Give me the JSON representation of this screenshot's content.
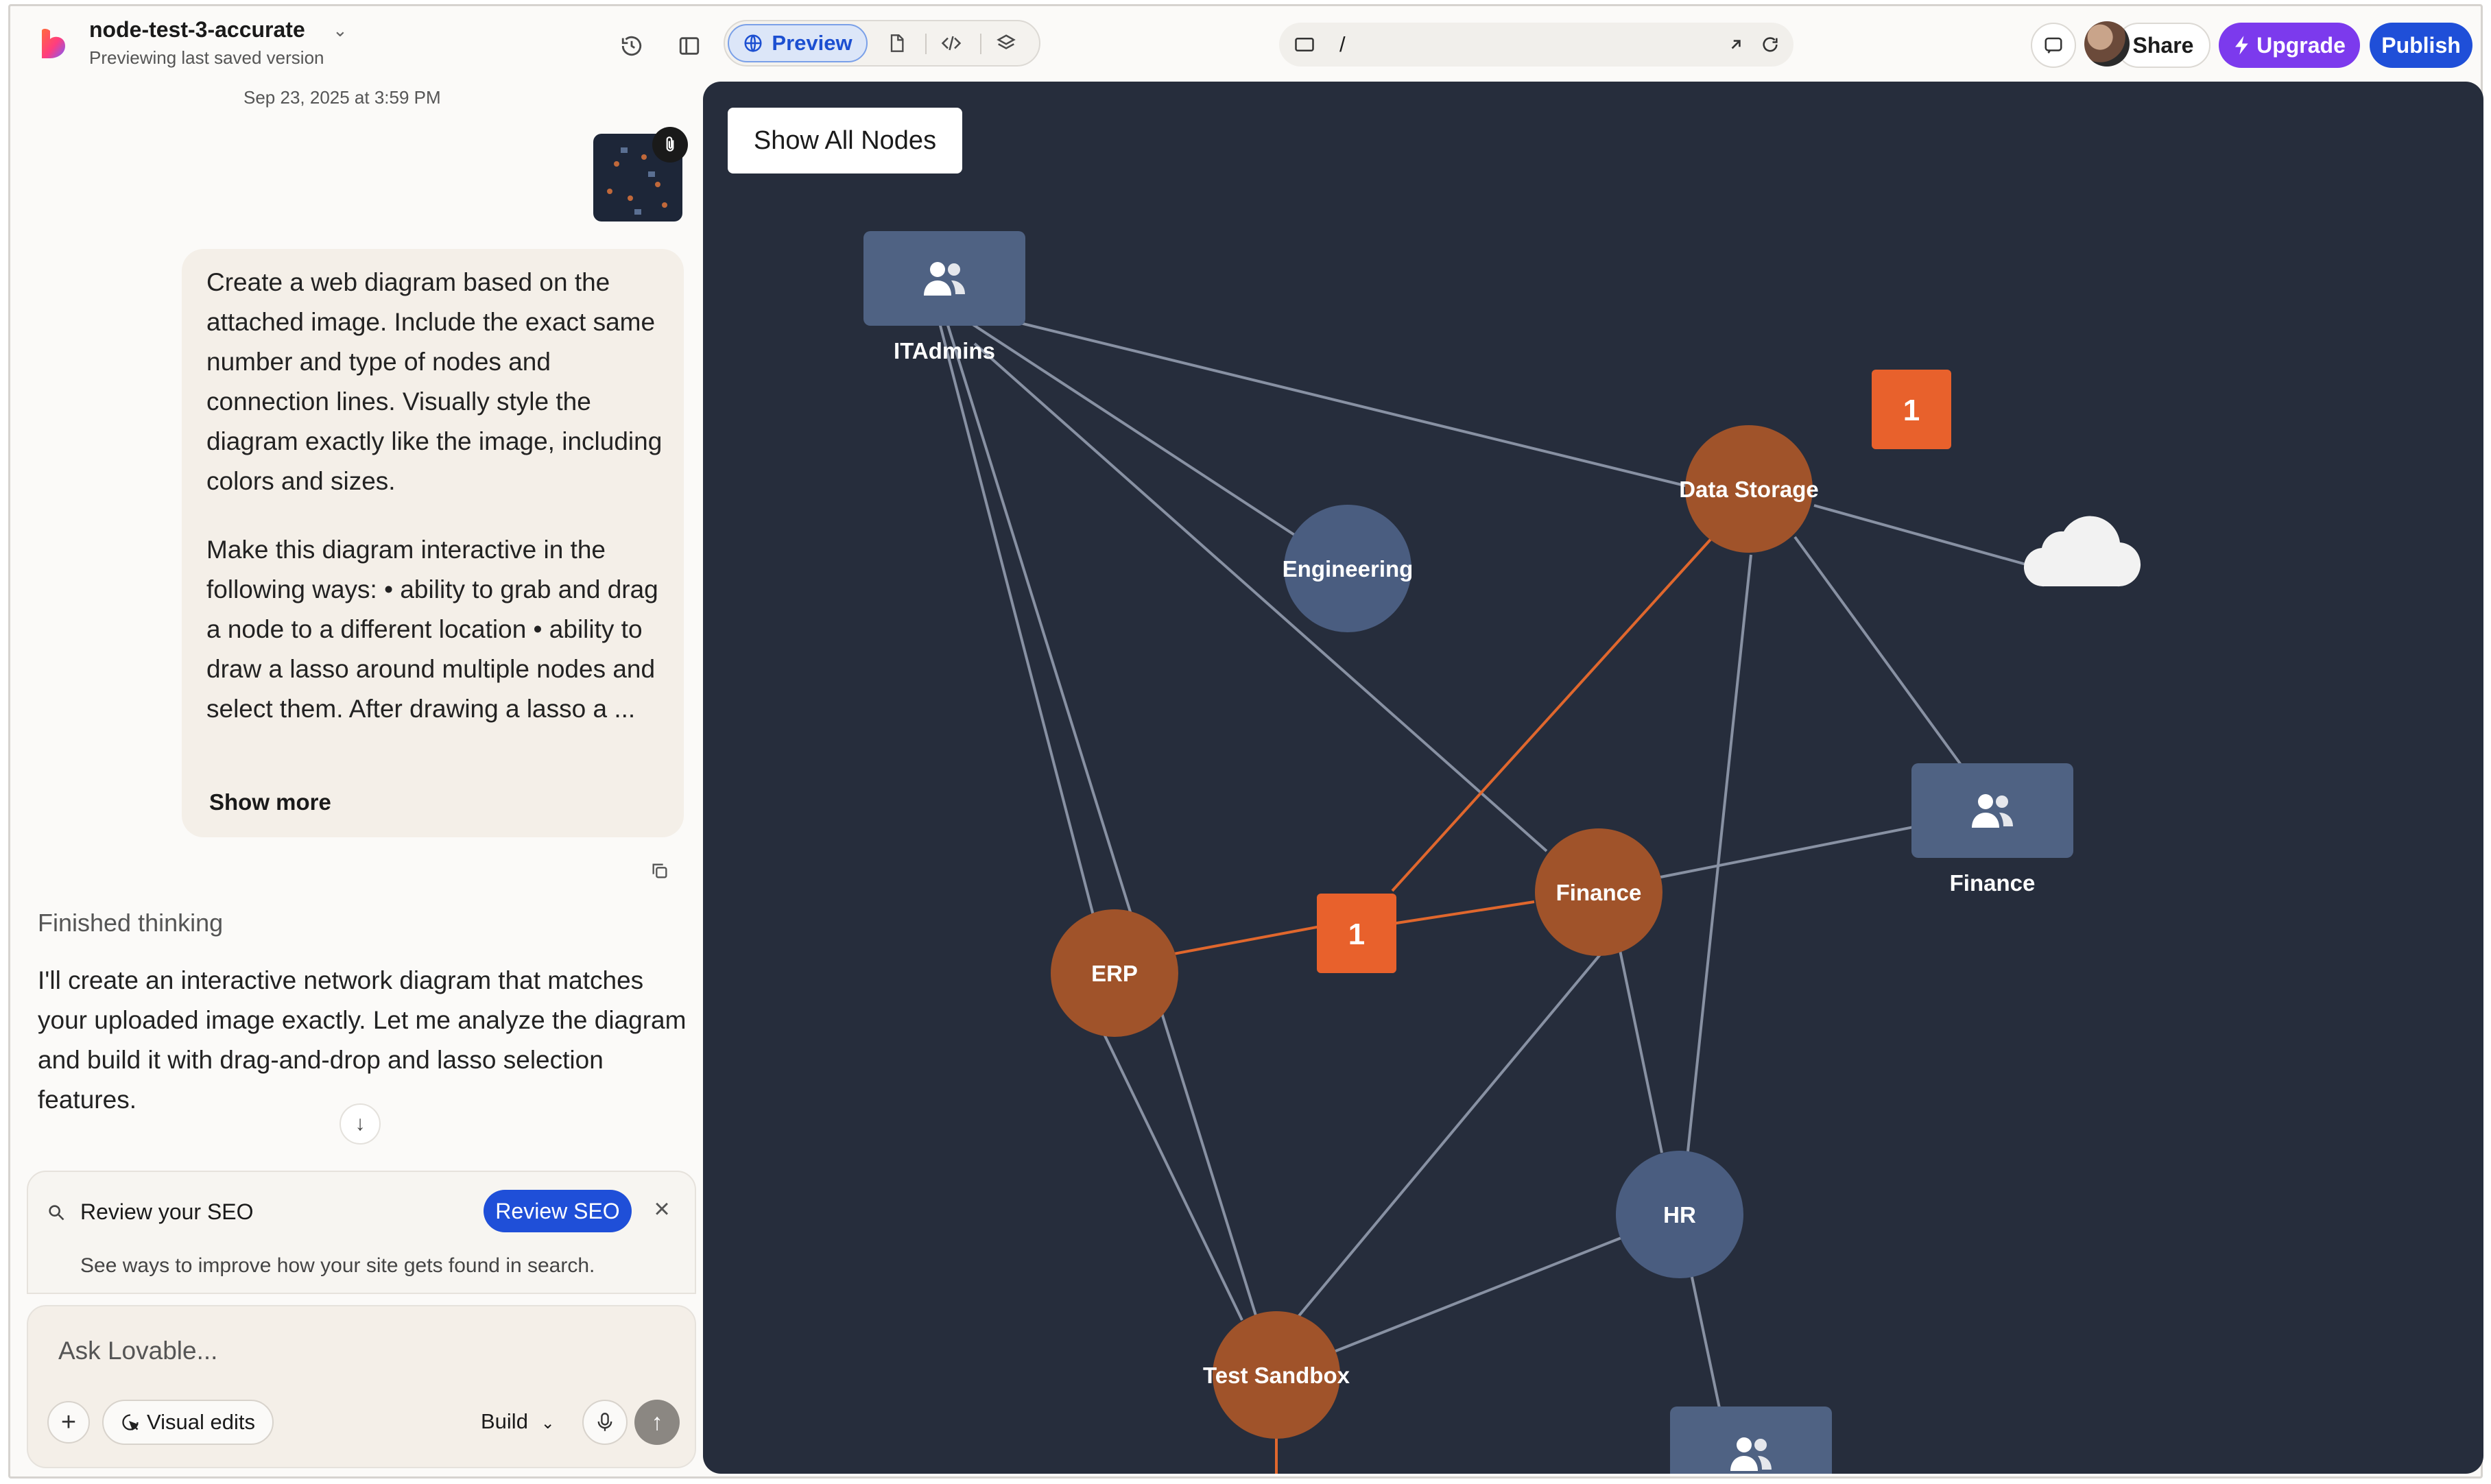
{
  "topbar": {
    "project_name": "node-test-3-accurate",
    "project_subtitle": "Previewing last saved version",
    "preview_label": "Preview",
    "url_path": "/",
    "share_label": "Share",
    "upgrade_label": "Upgrade",
    "publish_label": "Publish"
  },
  "chat": {
    "timestamp": "Sep 23, 2025 at 3:59 PM",
    "user_message_p1": "Create a web diagram based on the attached image. Include the exact same number and type of nodes and connection lines. Visually style the diagram exactly like the image, including colors and sizes.",
    "user_message_p2": "Make this diagram interactive in the following ways: • ability to grab and drag a node to a different location • ability to draw a lasso around multiple nodes and select them. After drawing a lasso a ...",
    "show_more": "Show more",
    "thinking_status": "Finished thinking",
    "assistant_reply": "I'll create an interactive network diagram that matches your uploaded image exactly. Let me analyze the diagram and build it with drag-and-drop and lasso selection features."
  },
  "seo": {
    "title": "Review your SEO",
    "button": "Review SEO",
    "description": "See ways to improve how your site gets found in search."
  },
  "composer": {
    "placeholder": "Ask Lovable...",
    "visual_edits": "Visual edits",
    "mode": "Build"
  },
  "canvas": {
    "show_all_label": "Show All Nodes",
    "colors": {
      "background": "#262d3c",
      "orange_node": "#a0532a",
      "blue_node": "#4a5d80",
      "group_node": "#4f6283",
      "badge": "#e8612c",
      "edge": "#8891a3",
      "edge_active": "#e0672d"
    },
    "nodes": [
      {
        "id": "itadmins",
        "label": "ITAdmins",
        "kind": "group"
      },
      {
        "id": "datastorage",
        "label": "Data Storage",
        "kind": "orange"
      },
      {
        "id": "engineering",
        "label": "Engineering",
        "kind": "blue"
      },
      {
        "id": "cloud",
        "label": "",
        "kind": "cloud"
      },
      {
        "id": "finance_group",
        "label": "Finance",
        "kind": "group"
      },
      {
        "id": "finance",
        "label": "Finance",
        "kind": "orange"
      },
      {
        "id": "erp",
        "label": "ERP",
        "kind": "orange"
      },
      {
        "id": "hr",
        "label": "HR",
        "kind": "blue"
      },
      {
        "id": "testsandbox",
        "label": "Test Sandbox",
        "kind": "orange"
      },
      {
        "id": "bottom_group",
        "label": "",
        "kind": "group"
      }
    ],
    "badges": [
      {
        "id": "badge_top",
        "label": "1"
      },
      {
        "id": "badge_mid",
        "label": "1"
      }
    ]
  }
}
